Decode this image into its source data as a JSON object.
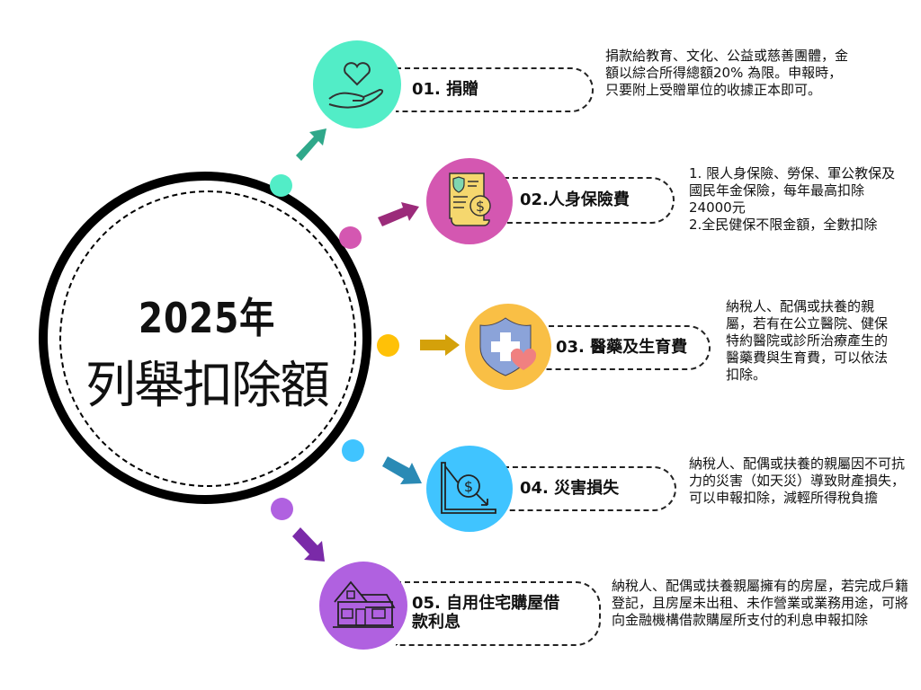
{
  "center": {
    "year": "2025年",
    "title": "列舉扣除額"
  },
  "colors": {
    "ring": "#000000",
    "item1": "#52EDC7",
    "item1_arrow": "#2FA88A",
    "item2": "#D457B1",
    "item2_arrow": "#9B2B7A",
    "item3": "#FFC107",
    "item3_arrow": "#D4A10A",
    "item3_icon_bg": "#F9BF45",
    "item4": "#40C4FF",
    "item4_arrow": "#2A8AB5",
    "item5": "#B061E0",
    "item5_arrow": "#7A2AA8"
  },
  "items": [
    {
      "label": "01. 捐贈",
      "icon": "heart-hand-icon",
      "description": "捐款給教育、文化、公益或慈善團體，金額以綜合所得總額20% 為限。申報時，只要附上受贈單位的收據正本即可。"
    },
    {
      "label": "02.人身保險費",
      "icon": "insurance-document-icon",
      "description": "1. 限人身保險、勞保、軍公教保及國民年金保險，每年最高扣除24000元\n2.全民健保不限金額，全數扣除"
    },
    {
      "label": "03. 醫藥及生育費",
      "icon": "medical-shield-icon",
      "description": "納稅人、配偶或扶養的親屬，若有在公立醫院、健保特約醫院或診所治療產生的醫藥費與生育費，可以依法扣除。"
    },
    {
      "label": "04. 災害損失",
      "icon": "loss-chart-icon",
      "description": "納稅人、配偶或扶養的親屬因不可抗力的災害（如天災）導致財產損失，可以申報扣除，減輕所得稅負擔"
    },
    {
      "label": "05. 自用住宅購屋借款利息",
      "icon": "house-icon",
      "description": "納稅人、配偶或扶養親屬擁有的房屋，若完成戶籍登記，且房屋未出租、未作營業或業務用途，可將向金融機構借款購屋所支付的利息申報扣除"
    }
  ]
}
